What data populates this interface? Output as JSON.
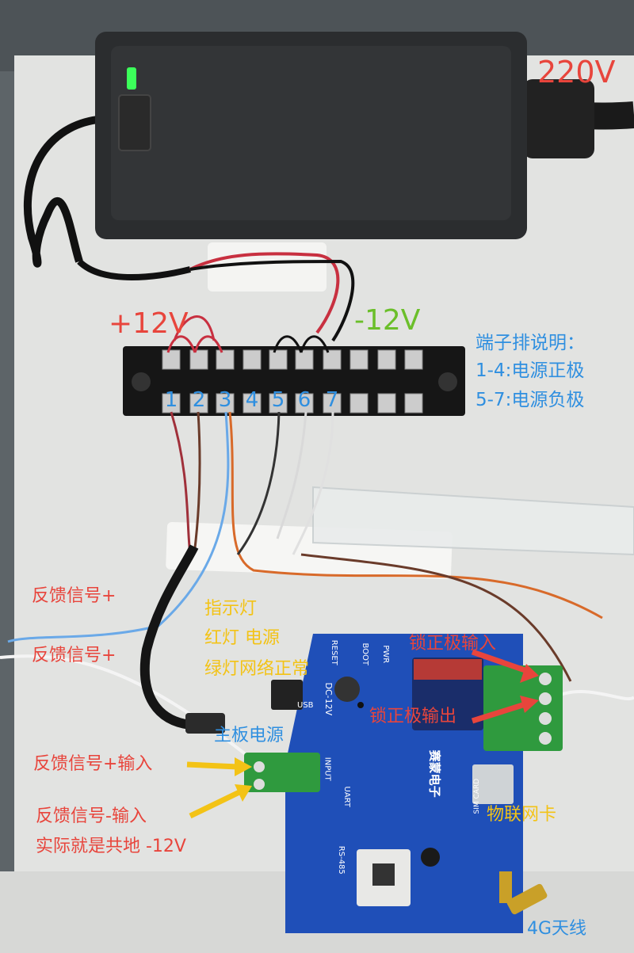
{
  "labels": {
    "mains": "220V",
    "plus12": "+12V",
    "minus12": "-12V",
    "terminal_title": "端子排说明：",
    "terminal_line1": "1-4:电源正极",
    "terminal_line2": "5-7:电源负极",
    "indicator_title": "指示灯",
    "indicator_red": "红灯 电源",
    "indicator_green": "绿灯网络正常",
    "feedback1": "反馈信号+",
    "feedback2": "反馈信号+",
    "lock_in": "锁正极输入",
    "lock_out": "锁正极输出",
    "board_power": "主板电源",
    "fb_plus_in": "反馈信号+输入",
    "fb_minus_in": "反馈信号-输入",
    "common_ground": "实际就是共地  -12V",
    "iot_card": "物联网卡",
    "antenna": "4G天线"
  },
  "terminal_numbers": [
    "1",
    "2",
    "3",
    "4",
    "5",
    "6",
    "7"
  ],
  "board_text": {
    "dc_jack": "DC-12V",
    "usb": "USB",
    "reset": "RESET",
    "boot": "BOOT",
    "pwr": "PWR",
    "input": "INPUT",
    "uart": "UART",
    "rs485": "RS-485",
    "brand": "赛蒙电子",
    "sim_card": "SIM CARD"
  },
  "colors": {
    "annotation_red": "#e8453c",
    "annotation_green": "#6bbf2a",
    "annotation_blue": "#2f8fe0",
    "annotation_yellow": "#f3c316",
    "pcb_blue": "#1f4fb8",
    "terminal_green": "#2f9a3e",
    "led_green": "#3cff5a"
  }
}
